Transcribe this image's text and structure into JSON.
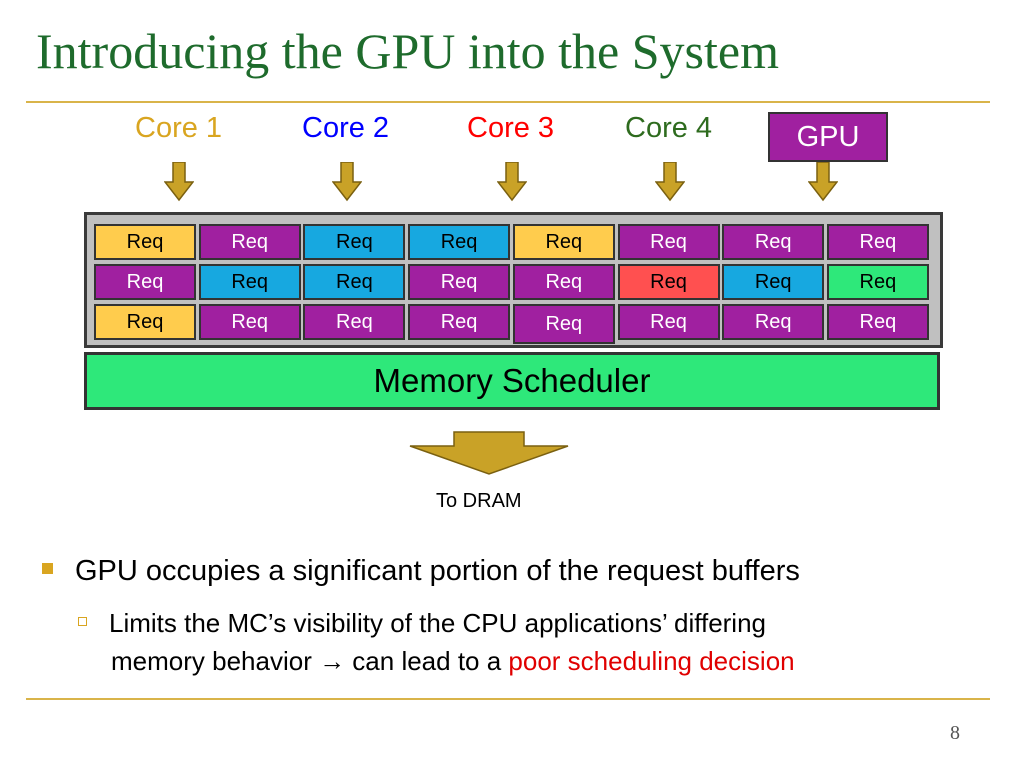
{
  "slide": {
    "title": "Introducing the GPU into the System",
    "page_number": "8"
  },
  "sources": [
    {
      "label": "Core 1",
      "color": "#d9a520"
    },
    {
      "label": "Core 2",
      "color": "#0000ff"
    },
    {
      "label": "Core 3",
      "color": "#ff0000"
    },
    {
      "label": "Core 4",
      "color": "#2e6b1e"
    },
    {
      "label": "GPU",
      "color": "#a020a0"
    }
  ],
  "request_buffer": {
    "request_label": "Req",
    "rows": [
      [
        "core1",
        "gpu",
        "core2",
        "core2",
        "core1",
        "gpu",
        "gpu",
        "gpu"
      ],
      [
        "gpu",
        "core2",
        "core2",
        "gpu",
        "gpu",
        "core3",
        "core2",
        "core4"
      ],
      [
        "core1",
        "gpu",
        "gpu",
        "gpu",
        "gpu",
        "gpu",
        "gpu",
        "gpu"
      ]
    ],
    "fill_colors": {
      "core1": "#ffcc4d",
      "core2": "#17a8e0",
      "core3": "#ff5050",
      "core4": "#2ee87a",
      "gpu": "#a020a0"
    }
  },
  "scheduler": {
    "label": "Memory Scheduler",
    "color": "#2ee87a"
  },
  "output": {
    "label": "To DRAM"
  },
  "bullets": {
    "main": "GPU occupies a significant portion of the request buffers",
    "sub_part1": "Limits the MC’s visibility of the CPU applications’ differing",
    "sub_part2": "memory behavior ",
    "sub_arrow": "→",
    "sub_part3": " can lead to a ",
    "sub_highlight": "poor scheduling decision"
  }
}
